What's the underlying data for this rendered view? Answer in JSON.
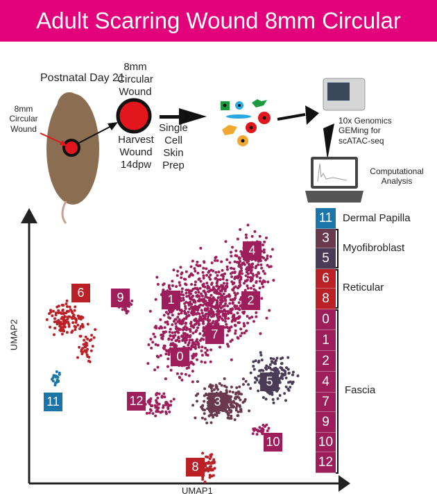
{
  "title": "Adult Scarring Wound 8mm Circular",
  "workflow": {
    "mouse_label": "Postnatal Day 21",
    "wound_side_label": "8mm Circular Wound",
    "wound_label": "8mm Circular Wound",
    "harvest_label": "Harvest Wound 14dpw",
    "prep_label": "Single Cell Skin Prep",
    "genomics_label": "10x Genomics GEMing for scATAC-seq",
    "analysis_label": "Computational Analysis"
  },
  "plot": {
    "xlabel": "UMAP1",
    "ylabel": "UMAP2",
    "clusters": [
      "4",
      "9",
      "1",
      "2",
      "6",
      "7",
      "0",
      "5",
      "11",
      "12",
      "3",
      "10",
      "8"
    ]
  },
  "legend": {
    "items": [
      {
        "id": "11",
        "color": "#1b75a8"
      },
      {
        "id": "3",
        "color": "#6a3a4c"
      },
      {
        "id": "5",
        "color": "#4a3c56"
      },
      {
        "id": "6",
        "color": "#bb2026"
      },
      {
        "id": "8",
        "color": "#bb2026"
      },
      {
        "id": "0",
        "color": "#9e1e5c"
      },
      {
        "id": "1",
        "color": "#9e1e5c"
      },
      {
        "id": "2",
        "color": "#9e1e5c"
      },
      {
        "id": "4",
        "color": "#9e1e5c"
      },
      {
        "id": "7",
        "color": "#9e1e5c"
      },
      {
        "id": "9",
        "color": "#9e1e5c"
      },
      {
        "id": "10",
        "color": "#9e1e5c"
      },
      {
        "id": "12",
        "color": "#9e1e5c"
      }
    ],
    "groups": [
      "Dermal Papilla",
      "Myofibroblast",
      "Reticular",
      "Fascia"
    ]
  },
  "colors": {
    "fascia": "#9e1e5c",
    "reticular": "#bb2026",
    "myofibroblast_3": "#6a3a4c",
    "myofibroblast_5": "#4a3c56",
    "dermal_papilla": "#1b75a8",
    "title_bar": "#e2007b"
  }
}
